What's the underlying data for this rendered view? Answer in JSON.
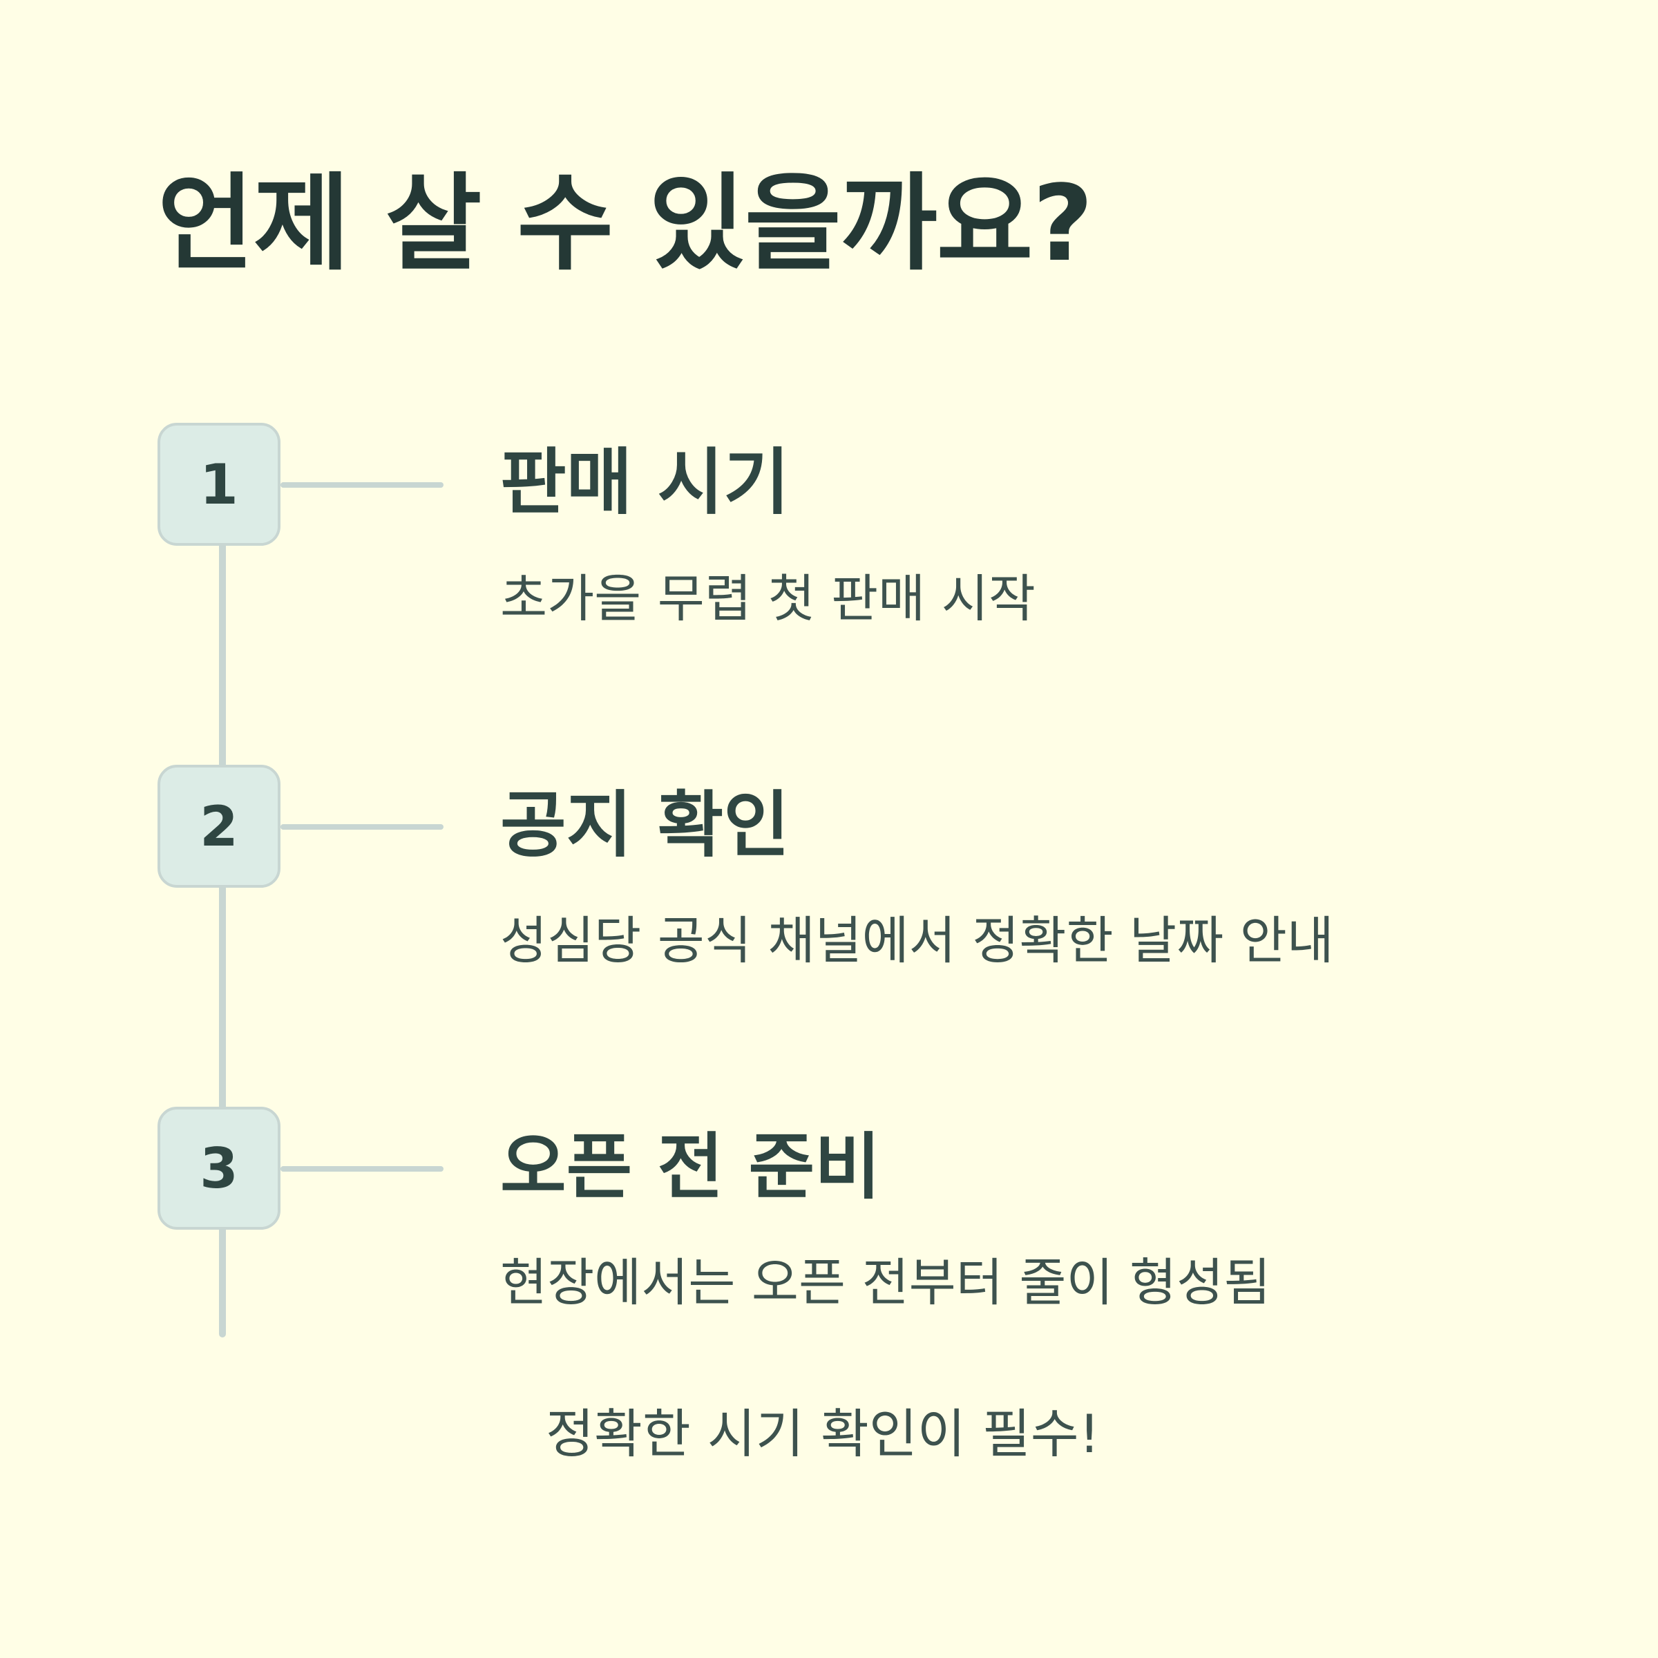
{
  "title": "언제 살 수 있을까요?",
  "steps": [
    {
      "number": "1",
      "title": "판매 시기",
      "description": "초가을 무렵 첫 판매 시작"
    },
    {
      "number": "2",
      "title": "공지 확인",
      "description": "성심당 공식 채널에서 정확한 날짜 안내"
    },
    {
      "number": "3",
      "title": "오픈 전 준비",
      "description": "현장에서는 오픈 전부터 줄이 형성됨"
    }
  ],
  "footer": "정확한 시기 확인이 필수!",
  "colors": {
    "background": "#fffee6",
    "text_dark": "#243835",
    "text": "#2f4642",
    "box_fill": "#dcece6",
    "line": "#c8d6d2"
  }
}
